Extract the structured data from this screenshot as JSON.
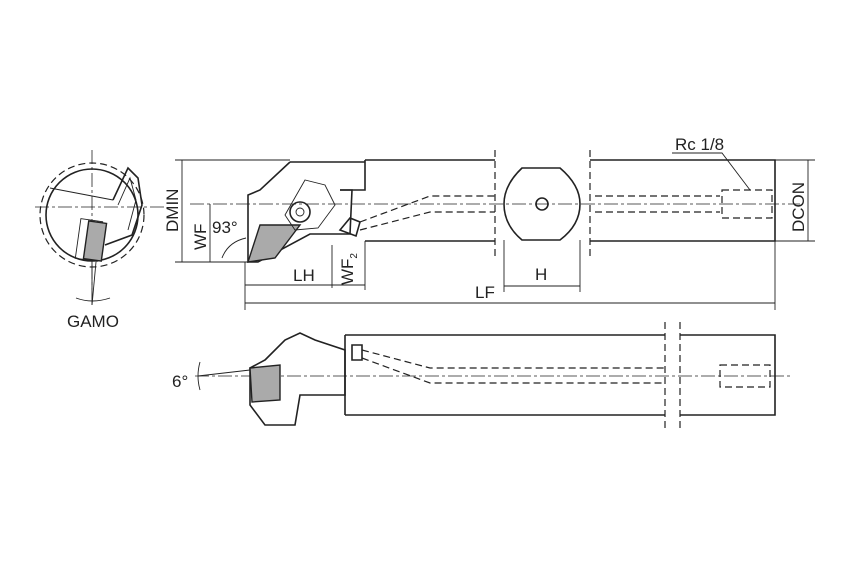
{
  "labels": {
    "dmin": "DMIN",
    "wf": "WF",
    "angle_lead": "93°",
    "lh": "LH",
    "wf2": "WF",
    "wf2_sub": "2",
    "lf": "LF",
    "h": "H",
    "thread": "Rc 1/8",
    "dcon": "DCON",
    "gamo": "GAMO",
    "angle_incl": "6°"
  },
  "colors": {
    "line": "#222222",
    "insert": "#aaaaaa"
  }
}
